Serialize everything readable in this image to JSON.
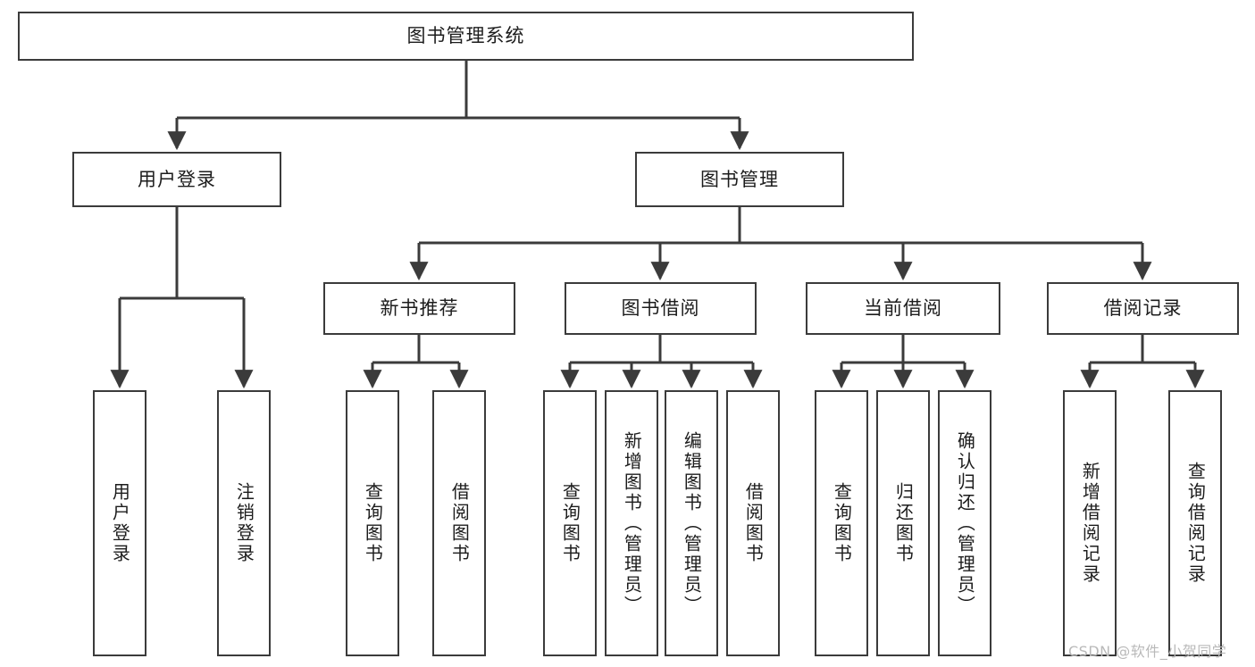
{
  "diagram": {
    "title": "图书管理系统",
    "type": "tree",
    "style": {
      "box_border_color": "#3b3b3b",
      "box_fill_color": "#ffffff",
      "edge_color": "#3b3b3b",
      "background": "#ffffff",
      "text_color": "#1c1c1c"
    },
    "nodes": {
      "root": {
        "label": "图书管理系统"
      },
      "level1": [
        {
          "id": "user-login",
          "label": "用户登录"
        },
        {
          "id": "book-manage",
          "label": "图书管理"
        }
      ],
      "level2": [
        {
          "id": "new-book-recommend",
          "label": "新书推荐"
        },
        {
          "id": "book-borrow",
          "label": "图书借阅"
        },
        {
          "id": "current-borrow",
          "label": "当前借阅"
        },
        {
          "id": "borrow-record",
          "label": "借阅记录"
        }
      ],
      "leaves": [
        {
          "id": "leaf-user-login",
          "label": "用户登录",
          "parent": "user-login"
        },
        {
          "id": "leaf-user-logout",
          "label": "注销登录",
          "parent": "user-login"
        },
        {
          "id": "leaf-query-book-1",
          "label": "查询图书",
          "parent": "new-book-recommend"
        },
        {
          "id": "leaf-borrow-book-1",
          "label": "借阅图书",
          "parent": "new-book-recommend"
        },
        {
          "id": "leaf-query-book-2",
          "label": "查询图书",
          "parent": "book-borrow"
        },
        {
          "id": "leaf-add-book",
          "label": "新增图书（管理员）",
          "parent": "book-borrow"
        },
        {
          "id": "leaf-edit-book",
          "label": "编辑图书（管理员）",
          "parent": "book-borrow"
        },
        {
          "id": "leaf-borrow-book-2",
          "label": "借阅图书",
          "parent": "book-borrow"
        },
        {
          "id": "leaf-query-book-3",
          "label": "查询图书",
          "parent": "current-borrow"
        },
        {
          "id": "leaf-return-book",
          "label": "归还图书",
          "parent": "current-borrow"
        },
        {
          "id": "leaf-confirm-return",
          "label": "确认归还（管理员）",
          "parent": "current-borrow"
        },
        {
          "id": "leaf-add-record",
          "label": "新增借阅记录",
          "parent": "borrow-record"
        },
        {
          "id": "leaf-query-record",
          "label": "查询借阅记录",
          "parent": "borrow-record"
        }
      ]
    }
  },
  "watermark": {
    "text": "CSDN @软件_小贺同学"
  }
}
